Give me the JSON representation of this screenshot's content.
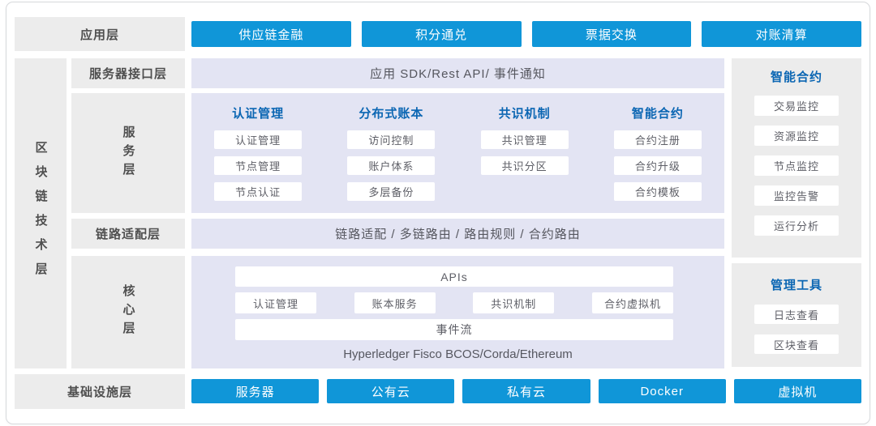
{
  "colors": {
    "button_blue": "#1096d8",
    "panel_lavender": "#e3e4f3",
    "panel_gray": "#ececec",
    "header_blue": "#0b66b3",
    "label_text": "#4f4f4f",
    "item_text": "#5d5e66"
  },
  "app_layer": {
    "label": "应用层",
    "buttons": [
      "供应链金融",
      "积分通兑",
      "票据交换",
      "对账清算"
    ]
  },
  "tech_layer": {
    "label_vertical": "区块链技术层",
    "interface_row": {
      "label": "服务器接口层",
      "content": "应用 SDK/Rest API/ 事件通知"
    },
    "service_row": {
      "label": "服务层",
      "columns": [
        {
          "header": "认证管理",
          "items": [
            "认证管理",
            "节点管理",
            "节点认证"
          ]
        },
        {
          "header": "分布式账本",
          "items": [
            "访问控制",
            "账户体系",
            "多层备份"
          ]
        },
        {
          "header": "共识机制",
          "items": [
            "共识管理",
            "共识分区"
          ]
        },
        {
          "header": "智能合约",
          "items": [
            "合约注册",
            "合约升级",
            "合约模板"
          ]
        }
      ]
    },
    "link_row": {
      "label": "链路适配层",
      "content": "链路适配 / 多链路由 / 路由规则 / 合约路由"
    },
    "core_row": {
      "label": "核心层",
      "apis_bar": "APIs",
      "modules": [
        "认证管理",
        "账本服务",
        "共识机制",
        "合约虚拟机"
      ],
      "event_bar": "事件流",
      "platforms": "Hyperledger Fisco BCOS/Corda/Ethereum"
    }
  },
  "right_panels": [
    {
      "header": "智能合约",
      "items": [
        "交易监控",
        "资源监控",
        "节点监控",
        "监控告警",
        "运行分析"
      ]
    },
    {
      "header": "管理工具",
      "items": [
        "日志查看",
        "区块查看"
      ]
    }
  ],
  "infra_layer": {
    "label": "基础设施层",
    "buttons": [
      "服务器",
      "公有云",
      "私有云",
      "Docker",
      "虚拟机"
    ]
  }
}
